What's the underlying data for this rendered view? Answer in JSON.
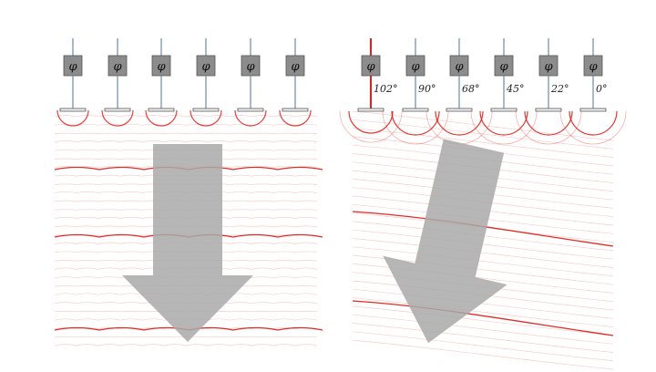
{
  "figure": {
    "colors": {
      "wave": "#e0201a",
      "arrow": "#a9a9a9",
      "phase_box": "#8c8c8c",
      "stem": "#6e8aa5"
    },
    "left_panel": {
      "emitter_count": 6,
      "phase_symbol": "φ",
      "phase_labels": [
        "",
        "",
        "",
        "",
        "",
        ""
      ],
      "beam_direction": "straight down"
    },
    "right_panel": {
      "emitter_count": 6,
      "phase_symbol": "φ",
      "phase_labels": [
        "102°",
        "90°",
        "68°",
        "45°",
        "22°",
        "0°"
      ],
      "beam_direction": "steered down-left"
    }
  }
}
